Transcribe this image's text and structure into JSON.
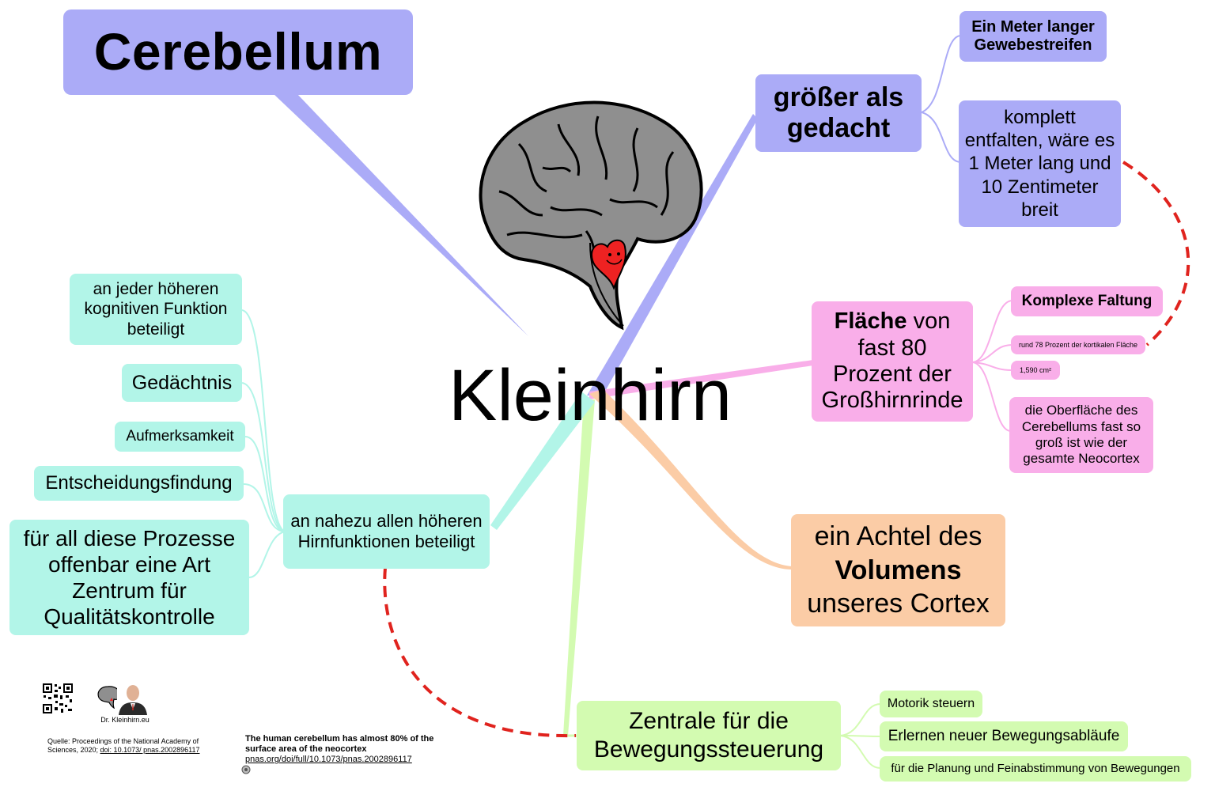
{
  "title": "Cerebellum",
  "center": "Kleinhirn",
  "branches": {
    "groesser": {
      "label": "größer als gedacht",
      "children": [
        "Ein Meter langer Gewebestreifen",
        "komplett entfalten, wäre es 1 Meter lang und 10 Zentimeter breit"
      ]
    },
    "flaeche": {
      "label_bold": "Fläche",
      "label_rest": " von fast 80 Prozent der Großhirnrinde",
      "children": [
        "Komplexe Faltung",
        "rund 78 Prozent der kortikalen Fläche",
        "1,590 cm²",
        "die Oberfläche des Cerebellums fast so groß ist wie der gesamte Neocortex"
      ]
    },
    "achtel": {
      "line1": "ein Achtel des",
      "line2": "Volumens",
      "line3": "unseres Cortex"
    },
    "zentrale": {
      "label": "Zentrale für die Bewegungssteuerung",
      "children": [
        "Motorik steuern",
        "Erlernen neuer Bewegungsabläufe",
        "für die Planung und Feinabstimmung von Bewegungen"
      ]
    },
    "hirnfunktionen": {
      "label": "an nahezu allen höheren Hirnfunktionen beteiligt",
      "children": [
        "an jeder höheren kognitiven Funktion beteiligt",
        "Gedächtnis",
        "Aufmerksamkeit",
        "Entscheidungsfindung",
        "für all diese Prozesse offenbar eine Art Zentrum für Qualitätskontrolle"
      ]
    }
  },
  "footer": {
    "author": "Dr. Kleinhirn.eu",
    "source_prefix": "Quelle: Proceedings of the National Academy of Sciences, 2020; ",
    "source_doi": "doi: 10.1073/ pnas.2002896117",
    "note_bold": "The human cerebellum has almost 80% of the surface area of the neocortex",
    "note_link": "pnas.org/doi/full/10.1073/pnas.2002896117"
  },
  "colors": {
    "purple": "#ababf7",
    "pink": "#f9aee9",
    "teal": "#b2f5e8",
    "orange": "#fbcca6",
    "green": "#d3fbb1",
    "dashed": "#e0231e",
    "heart": "#ee2222",
    "brain": "#8f8f8f"
  },
  "icons": [
    "brain-illustration",
    "heart-icon",
    "qr-code-icon",
    "brain-logo-icon",
    "author-photo"
  ]
}
